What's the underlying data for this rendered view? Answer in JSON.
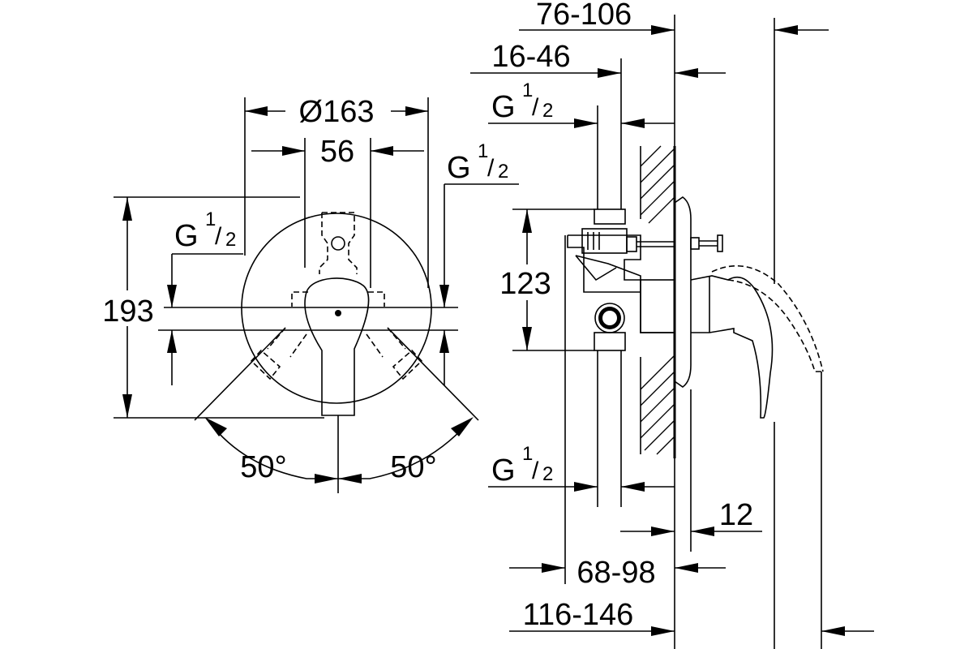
{
  "front_view": {
    "diameter": "Ø163",
    "width": "56",
    "thread_right": {
      "base": "G",
      "num": "1",
      "den": "2"
    },
    "thread_left": {
      "base": "G",
      "num": "1",
      "den": "2"
    },
    "height": "193",
    "angle_left": "50°",
    "angle_right": "50°"
  },
  "side_view": {
    "projection_top": "76-106",
    "wall_offset": "16-46",
    "thread_top": {
      "base": "G",
      "num": "1",
      "den": "2"
    },
    "center_distance": "123",
    "thread_bottom": {
      "base": "G",
      "num": "1",
      "den": "2"
    },
    "rosette_depth": "12",
    "depth_min": "68-98",
    "depth_total": "116-146"
  }
}
